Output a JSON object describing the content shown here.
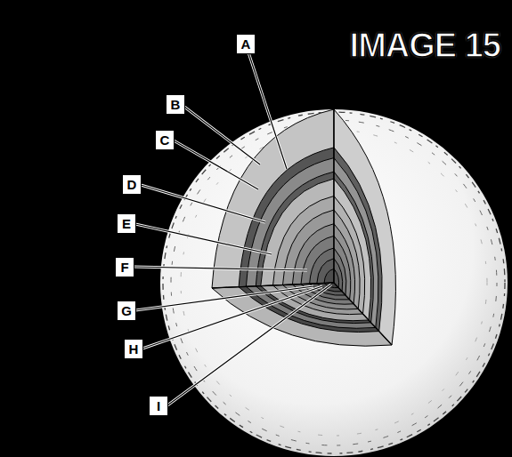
{
  "diagram": {
    "title": "IMAGE 15",
    "nodes": [
      {
        "text": [
          "A"
        ]
      },
      {
        "text": [
          "B"
        ]
      },
      {
        "text": [
          "C"
        ]
      },
      {
        "text": [
          "D"
        ]
      },
      {
        "text": [
          "E"
        ]
      },
      {
        "text": [
          "F"
        ]
      },
      {
        "text": [
          "G"
        ]
      },
      {
        "text": [
          "H"
        ]
      },
      {
        "text": [
          "I"
        ]
      }
    ]
  }
}
